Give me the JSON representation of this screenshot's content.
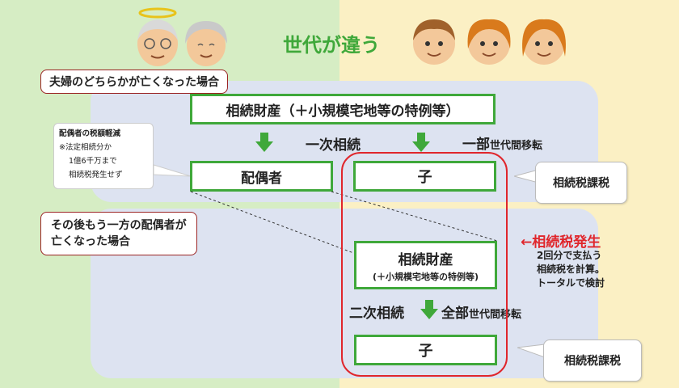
{
  "title": "世代が違う",
  "scenario1": {
    "label": "夫婦のどちらかが亡くなった場合"
  },
  "scenario2": {
    "label_line1": "その後もう一方の配偶者が",
    "label_line2": "亡くなった場合"
  },
  "estate_top": "相続財産（＋小規模宅地等の特例等）",
  "first_inheritance": "一次相続",
  "partial": {
    "main": "一部",
    "sub": "世代間移転"
  },
  "spouse_box": "配偶者",
  "child_box": "子",
  "spouse_deduction": {
    "title": "配偶者の税額軽減",
    "line1": "※法定相続分か",
    "line2": "1億6千万まで",
    "line3": "相続税発生せず"
  },
  "taxation_label": "相続税課税",
  "tax_occurs": {
    "title": "←相続税発生",
    "line1": "2回分で支払う",
    "line2": "相続税を計算。",
    "line3": "トータルで検討"
  },
  "estate_second": {
    "line1": "相続財産",
    "line2": "(＋小規模宅地等の特例等)"
  },
  "second_inheritance": "二次相続",
  "full": {
    "main": "全部",
    "sub": "世代間移転"
  },
  "child_box_2": "子",
  "taxation_label_2": "相続税課税",
  "colors": {
    "green": "#3fa83a",
    "red": "#e0262c",
    "maroon": "#9b2424"
  }
}
